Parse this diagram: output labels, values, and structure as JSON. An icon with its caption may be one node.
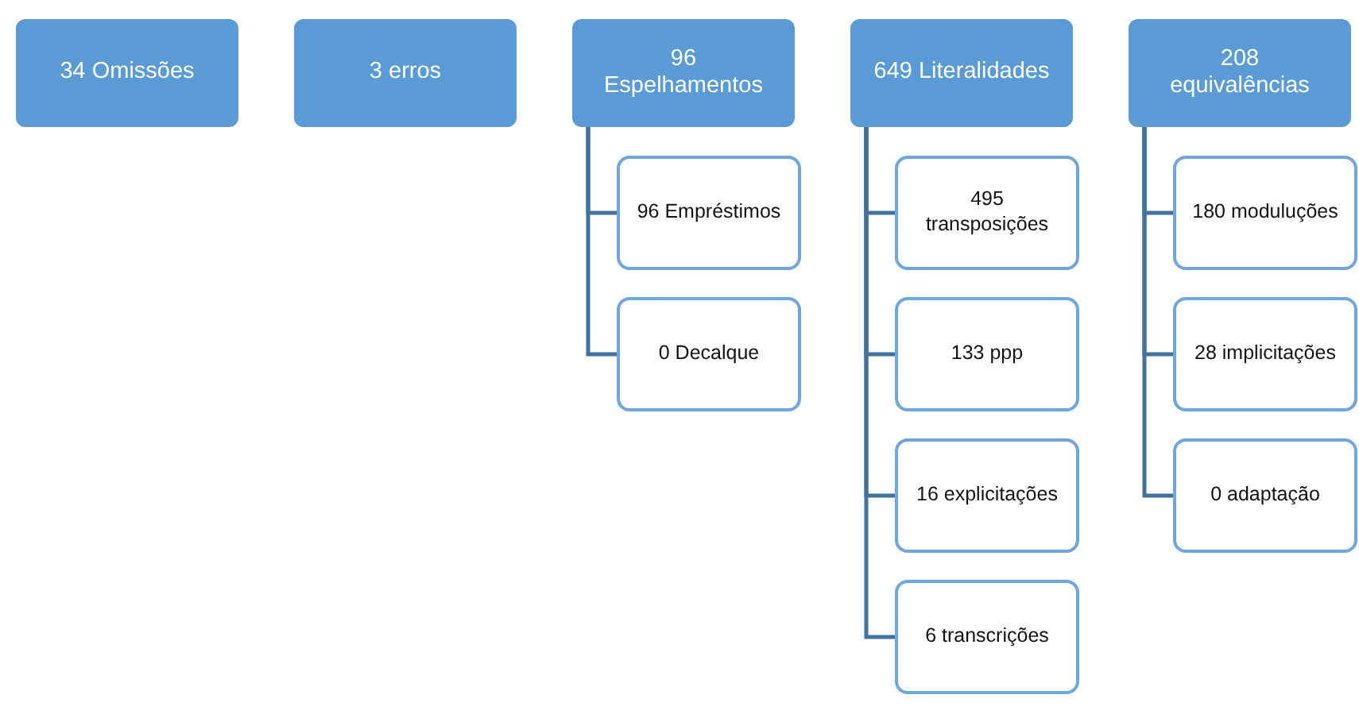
{
  "diagram": {
    "nodes": [
      {
        "text": [
          "34 Omissões"
        ]
      },
      {
        "text": [
          "3 erros"
        ]
      },
      {
        "text": [
          "96 Espelhamentos"
        ]
      },
      {
        "text": [
          "96 Empréstimos"
        ]
      },
      {
        "text": [
          "0 Decalque"
        ]
      },
      {
        "text": [
          "649 Literalidades"
        ]
      },
      {
        "text": [
          "495 transposições"
        ]
      },
      {
        "text": [
          "133 ppp"
        ]
      },
      {
        "text": [
          "16 explicitações"
        ]
      },
      {
        "text": [
          "6 transcrições"
        ]
      },
      {
        "text": [
          "208 equivalências"
        ]
      },
      {
        "text": [
          "180 moduluções"
        ]
      },
      {
        "text": [
          "28 implicitações"
        ]
      },
      {
        "text": [
          "0 adaptação"
        ]
      }
    ],
    "edges": [
      {
        "from": 2,
        "to": 3,
        "arrow": "none"
      },
      {
        "from": 2,
        "to": 4,
        "arrow": "none"
      },
      {
        "from": 5,
        "to": 6,
        "arrow": "none"
      },
      {
        "from": 5,
        "to": 7,
        "arrow": "none"
      },
      {
        "from": 5,
        "to": 8,
        "arrow": "none"
      },
      {
        "from": 5,
        "to": 9,
        "arrow": "none"
      },
      {
        "from": 10,
        "to": 11,
        "arrow": "none"
      },
      {
        "from": 10,
        "to": 12,
        "arrow": "none"
      },
      {
        "from": 10,
        "to": 13,
        "arrow": "none"
      }
    ]
  }
}
